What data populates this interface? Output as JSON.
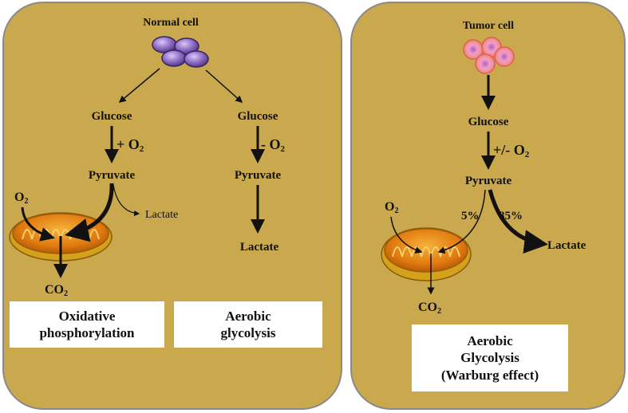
{
  "normal": {
    "title": "Normal cell",
    "glucose_left": "Glucose",
    "glucose_right": "Glucose",
    "plus_o2": "+ O",
    "minus_o2": "- O",
    "sub2": "2",
    "pyruvate_left": "Pyruvate",
    "pyruvate_right": "Pyruvate",
    "o2_in": "O",
    "lactate_small": "Lactate",
    "lactate_right": "Lactate",
    "co2": "CO",
    "box_left_line1": "Oxidative",
    "box_left_line2": "phosphorylation",
    "box_right_line1": "Aerobic",
    "box_right_line2": "glycolysis"
  },
  "tumor": {
    "title": "Tumor cell",
    "glucose": "Glucose",
    "plus_minus_o2": "+/- O",
    "sub2": "2",
    "pyruvate": "Pyruvate",
    "o2_in": "O",
    "pct_mito": "5%",
    "pct_lactate": "85%",
    "lactate": "Lactate",
    "co2": "CO",
    "box_line1": "Aerobic",
    "box_line2": "Glycolysis",
    "box_line3": "(Warburg effect)"
  },
  "colors": {
    "panel": "#c9a84e",
    "panel_border": "#8a8a8a",
    "cell_normal": "#6a4a9a",
    "cell_tumor": "#e07b7b",
    "mito": "#e08a1a"
  }
}
